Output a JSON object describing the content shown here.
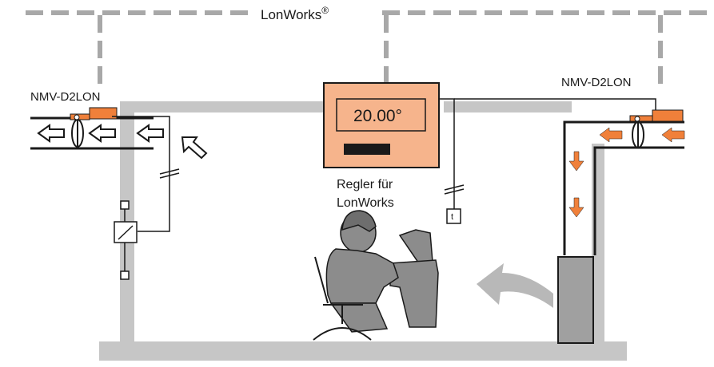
{
  "bus": {
    "name": "LonWorks",
    "registered_mark": "®"
  },
  "actuator_left": {
    "label": "NMV-D2LON"
  },
  "actuator_right": {
    "label": "NMV-D2LON"
  },
  "controller": {
    "display_value": "20.00°",
    "caption_line1": "Regler für",
    "caption_line2": "LonWorks"
  },
  "sensor": {
    "label": "t"
  },
  "colors": {
    "bus_line": "#a8a8a8",
    "wall": "#c6c6c6",
    "actuator": "#f0803a",
    "controller_panel": "#f6b48c",
    "display_fill": "#f6b48c",
    "person": "#8c8c8c",
    "unit_fill": "#a0a0a0",
    "arrow_orange": "#f0803a",
    "return_arrow": "#b8b8b8",
    "stroke": "#1a1a1a"
  }
}
